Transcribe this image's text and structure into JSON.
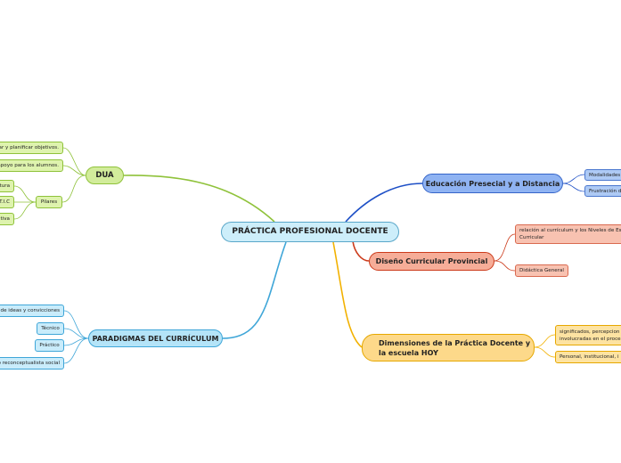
{
  "root": {
    "label": "PRÁCTICA PROFESIONAL DOCENTE"
  },
  "colors": {
    "blue_dark": "#1d4fc6",
    "red": "#cc3b1b",
    "orange": "#f2b100",
    "green": "#8fc23a",
    "lightblue": "#3fa6d8"
  },
  "branches": {
    "educacion": {
      "label": "Educación Presecial y a Distancia",
      "children": [
        "Modalidades",
        "Frustración d"
      ]
    },
    "diseno": {
      "label": "Diseño Curricular Provincial",
      "children": [
        "relación al currículum y los Niveles de Es Curricular",
        "Didáctica General"
      ]
    },
    "dimensiones": {
      "label": "Dimensiones de la Práctica Docente y la escuela HOY",
      "children": [
        "significados, percepcion involucradas en el proce",
        "Personal, institucional, i"
      ]
    },
    "dua": {
      "label": "DUA",
      "children": [
        "ar y planificar objetivos.",
        "apoyo para los alumnos."
      ],
      "pilares": {
        "label": "Pilares",
        "children": [
          "tura",
          "T.I.C",
          "tiva"
        ]
      }
    },
    "paradigmas": {
      "label": "PARADIGMAS DEL CURRÍCULUM",
      "children": [
        "de ideas y convicciones",
        "Técnico",
        "Práctico",
        "o reconceptualista social"
      ]
    }
  }
}
